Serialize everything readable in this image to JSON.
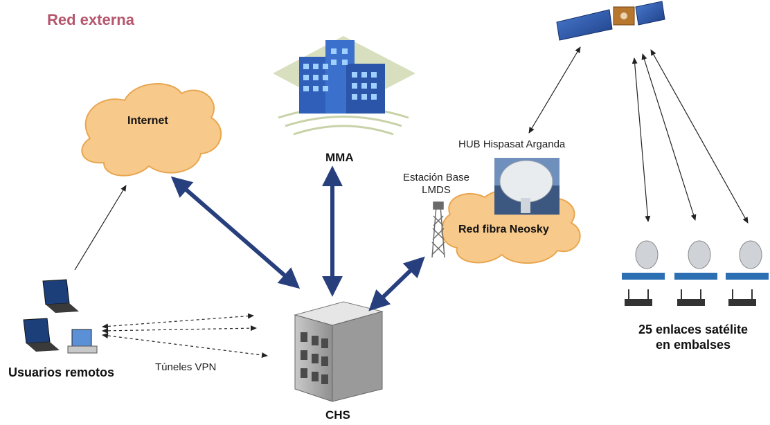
{
  "title": "Red externa",
  "nodes": {
    "internet": "Internet",
    "mma": "MMA",
    "chs": "CHS",
    "hub": "HUB Hispasat Arganda",
    "lmds_line1": "Estación Base",
    "lmds_line2": "LMDS",
    "neosky": "Red fibra Neosky",
    "remote_users": "Usuarios remotos",
    "vpn": "Túneles VPN",
    "sat_line1": "25 enlaces satélite",
    "sat_line2": "en embalses"
  },
  "colors": {
    "title": "#b5566e",
    "cloud_fill": "#f7c98b",
    "cloud_stroke": "#e8a64f",
    "thick_arrow": "#283f7e",
    "building_blue": "#2f5fb8",
    "mma_bg": "#d8dfbf"
  }
}
